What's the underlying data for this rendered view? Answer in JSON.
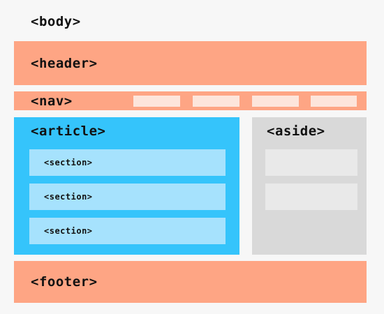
{
  "body_label": "<body>",
  "header_label": "<header>",
  "nav_label": "<nav>",
  "article": {
    "label": "<article>",
    "sections": [
      "<section>",
      "<section>",
      "<section>"
    ]
  },
  "aside_label": "<aside>",
  "footer_label": "<footer>",
  "colors": {
    "header": "#fea584",
    "nav_link": "#fde5db",
    "article": "#35c4fb",
    "section": "#a6e2fd",
    "aside": "#d9d9d9",
    "aside_item": "#e9e9e9",
    "background": "#f7f7f7"
  }
}
